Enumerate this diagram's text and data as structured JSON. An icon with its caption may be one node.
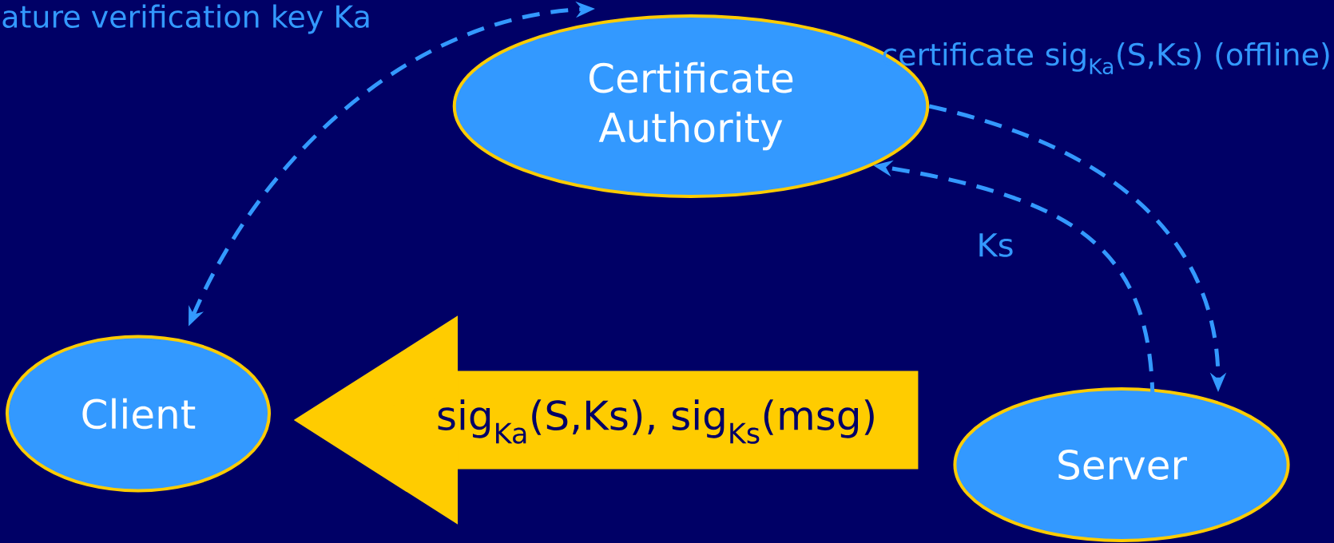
{
  "diagram": {
    "nodes": [
      {
        "text": [
          "Certificate Authority"
        ]
      },
      {
        "text": [
          "Client"
        ]
      },
      {
        "text": [
          "Server"
        ]
      }
    ],
    "edges": [
      {
        "from": 1,
        "to": 0,
        "arrow": "both",
        "style": "dashed",
        "label": "ature verification key Ka"
      },
      {
        "from": 0,
        "to": 2,
        "arrow": "to",
        "style": "dashed",
        "label": "certificate sig$_{Ka}$(S,Ks) (offline)"
      },
      {
        "from": 2,
        "to": 0,
        "arrow": "to",
        "style": "dashed",
        "label": "Ks"
      },
      {
        "from": 2,
        "to": 1,
        "arrow": "to",
        "style": "thick",
        "color": "#ffcc00",
        "label": "sig$_{Ka}$(S,Ks), sig$_{Ks}$(msg)"
      }
    ]
  }
}
